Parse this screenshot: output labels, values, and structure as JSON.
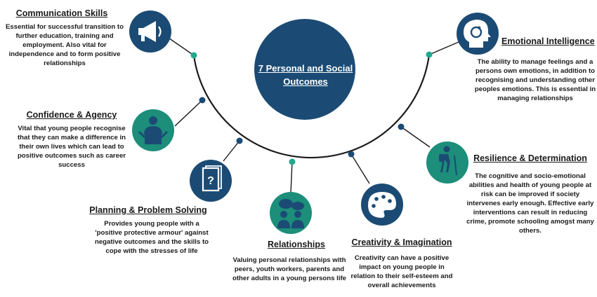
{
  "center": {
    "title": "7 Personal and Social Outcomes"
  },
  "colors": {
    "navy": "#1b4b74",
    "teal": "#1c8e7a",
    "dot_navy": "#1b4b74",
    "dot_teal": "#22a98d"
  },
  "outcomes": [
    {
      "id": "communication",
      "title": "Communication Skills",
      "description": "Essential for successful transition to further education, training and employment.  Also vital for independence and to form positive relationships",
      "icon": "megaphone-icon"
    },
    {
      "id": "emotional",
      "title": "Emotional Intelligence",
      "description": "The ability to manage feelings and a persons own emotions, in addition to recognising and understanding other peoples emotions. This is essential in managing relationships",
      "icon": "head-refresh-icon"
    },
    {
      "id": "confidence",
      "title": "Confidence & Agency",
      "description": "Vital that young people recognise that they can make a difference in their own lives which can lead to positive outcomes such as career success",
      "icon": "person-podium-icon"
    },
    {
      "id": "resilience",
      "title": "Resilience & Determination",
      "description": "The cognitive and socio-emotional abilities and health of young people at risk can be improved if society intervenes early enough. Effective early interventions can result in reducing crime, promote schooling amogst many others.",
      "icon": "hiker-icon"
    },
    {
      "id": "planning",
      "title": "Planning & Problem Solving",
      "description": "Provides young people with a 'positive protective armour' against negative outcomes and the skills to cope with the stresses of life",
      "icon": "question-book-icon"
    },
    {
      "id": "relationships",
      "title": "Relationships",
      "description": "Valuing personal relationships with peers, youth workers, parents and other adults in a young persons life",
      "icon": "people-chat-icon"
    },
    {
      "id": "creativity",
      "title": "Creativity & Imagination",
      "description": "Creativity can have a positive impact on young people in relation to their self-esteem and overall achievements",
      "icon": "palette-icon"
    }
  ]
}
